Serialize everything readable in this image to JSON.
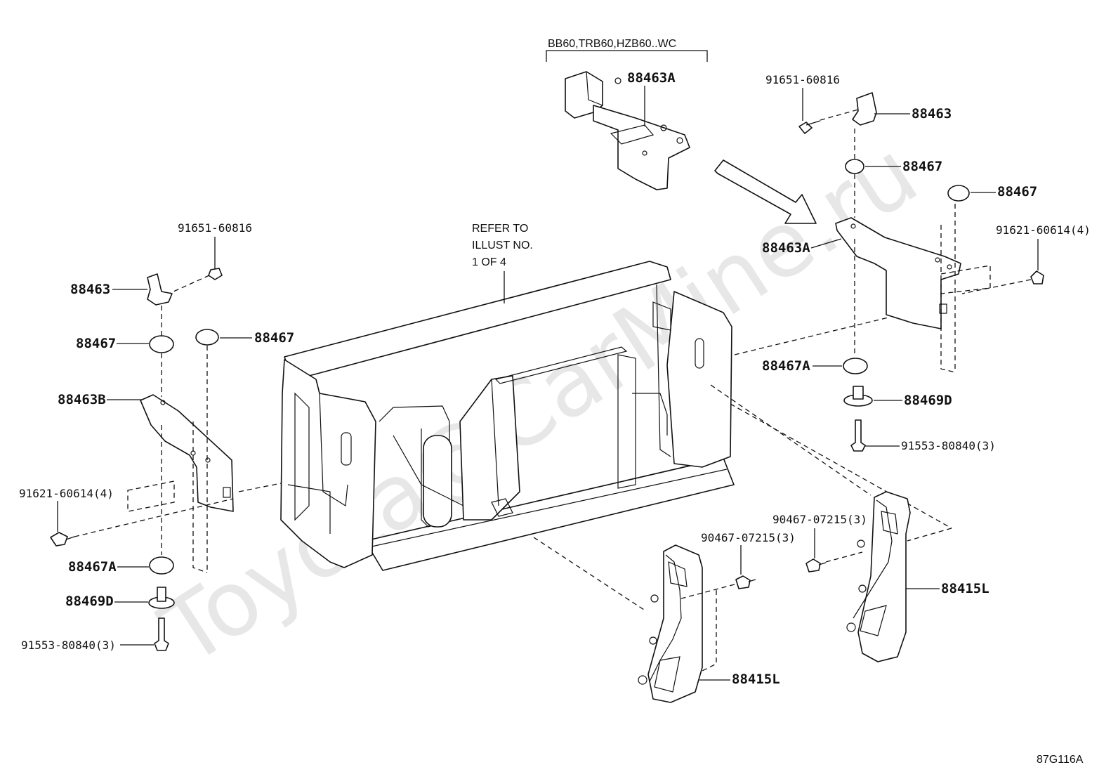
{
  "watermark": "Toyota@CarMine.ru",
  "diagram_code": "87G116A",
  "variant_note": "BB60,TRB60,HZB60..WC",
  "refer_note": [
    "REFER TO",
    "ILLUST NO.",
    "1 OF 4"
  ],
  "labels": {
    "l_88463A_top": "88463A",
    "l_91651_right": "91651-60816",
    "l_88463_right": "88463",
    "l_88467_right1": "88467",
    "l_88467_right2": "88467",
    "l_91621_right": "91621-60614(4)",
    "l_88463A_right": "88463A",
    "l_88467A_right": "88467A",
    "l_88469D_right": "88469D",
    "l_91553_right": "91553-80840(3)",
    "l_91651_left": "91651-60816",
    "l_88463_left": "88463",
    "l_88467_left1": "88467",
    "l_88467_left2": "88467",
    "l_88463B_left": "88463B",
    "l_91621_left": "91621-60614(4)",
    "l_88467A_left": "88467A",
    "l_88469D_left": "88469D",
    "l_91553_left": "91553-80840(3)",
    "l_90467_mid": "90467-07215(3)",
    "l_90467_right": "90467-07215(3)",
    "l_88415L_mid": "88415L",
    "l_88415L_right": "88415L"
  }
}
